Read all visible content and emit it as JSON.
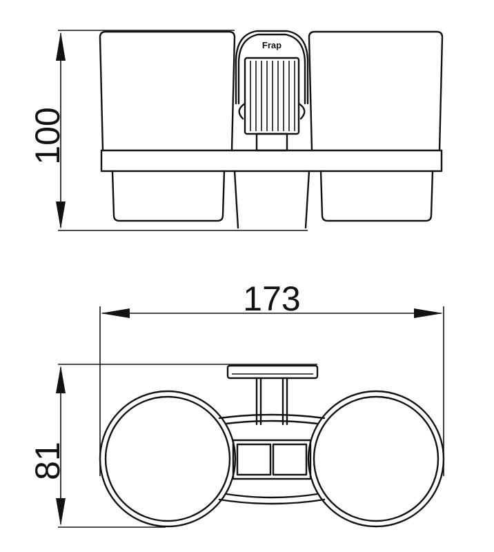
{
  "front_view": {
    "height_dimension": "100",
    "brand_logo": "Frap"
  },
  "top_view": {
    "width_dimension": "173",
    "depth_dimension": "81"
  }
}
